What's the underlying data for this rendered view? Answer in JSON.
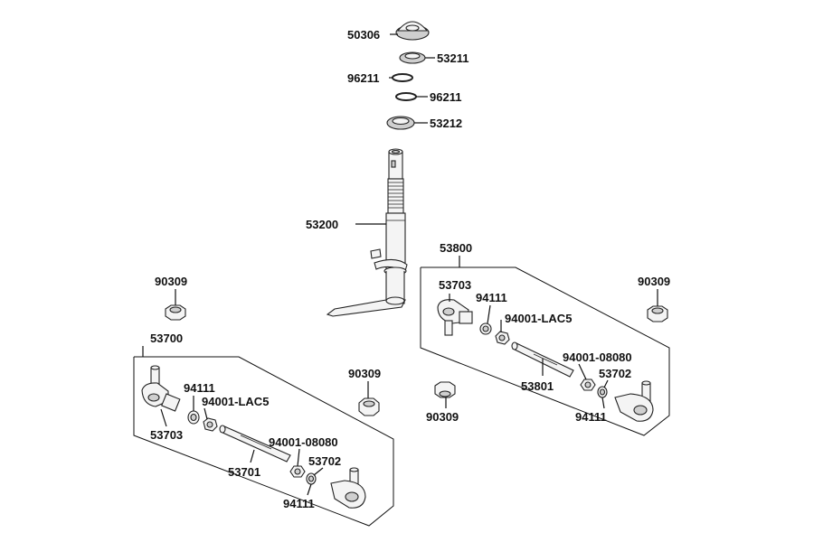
{
  "labels": {
    "p50306": "50306",
    "p53211": "53211",
    "p96211a": "96211",
    "p96211b": "96211",
    "p53212": "53212",
    "p53200": "53200",
    "p53800": "53800",
    "p90309_left": "90309",
    "p90309_right": "90309",
    "p90309_center": "90309",
    "p90309_bottom": "90309",
    "p53700": "53700",
    "p53703_left": "53703",
    "p94111_left": "94111",
    "p94001lac5_left": "94001-LAC5",
    "p53701": "53701",
    "p94001_08080_left": "94001-08080",
    "p53702_left": "53702",
    "p94111_left_bottom": "94111",
    "p53703_right": "53703",
    "p94111_right": "94111",
    "p94001lac5_right": "94001-LAC5",
    "p53801": "53801",
    "p94001_08080_right": "94001-08080",
    "p53702_right": "53702",
    "p94111_right_bottom": "94111"
  }
}
